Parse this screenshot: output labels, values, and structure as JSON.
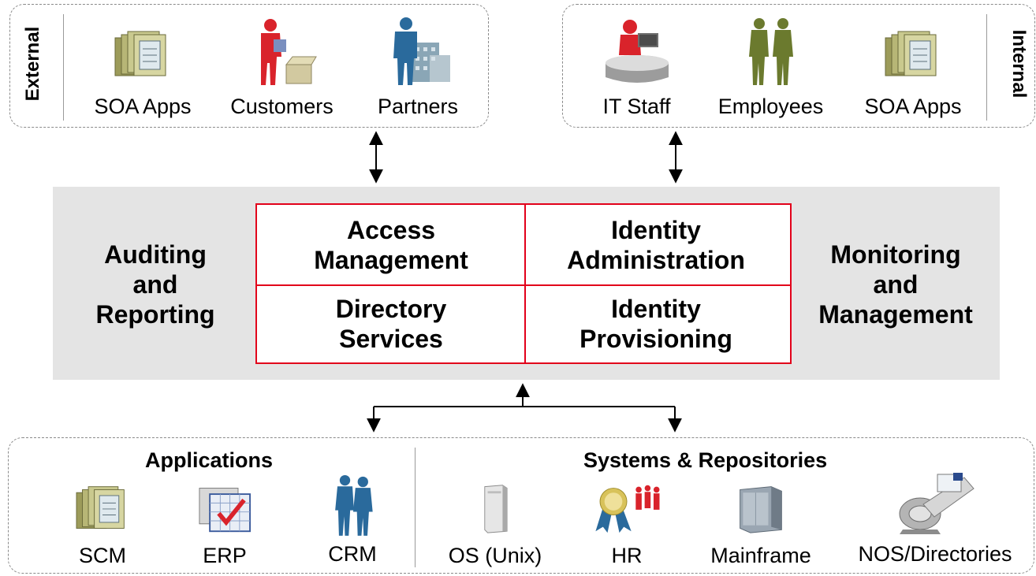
{
  "top_left": {
    "side_label": "External",
    "items": [
      {
        "label": "SOA Apps",
        "icon": "soa-apps-icon"
      },
      {
        "label": "Customers",
        "icon": "customer-icon"
      },
      {
        "label": "Partners",
        "icon": "partner-icon"
      }
    ]
  },
  "top_right": {
    "side_label": "Internal",
    "items": [
      {
        "label": "IT Staff",
        "icon": "it-staff-icon"
      },
      {
        "label": "Employees",
        "icon": "employees-icon"
      },
      {
        "label": "SOA Apps",
        "icon": "soa-apps-icon"
      }
    ]
  },
  "center": {
    "left_title": [
      "Auditing",
      "and",
      "Reporting"
    ],
    "right_title": [
      "Monitoring",
      "and",
      "Management"
    ],
    "cells": [
      [
        "Access",
        "Management"
      ],
      [
        "Identity",
        "Administration"
      ],
      [
        "Directory",
        "Services"
      ],
      [
        "Identity",
        "Provisioning"
      ]
    ]
  },
  "bottom": {
    "applications": {
      "title": "Applications",
      "items": [
        {
          "label": "SCM",
          "icon": "soa-apps-icon"
        },
        {
          "label": "ERP",
          "icon": "erp-icon"
        },
        {
          "label": "CRM",
          "icon": "crm-icon"
        }
      ]
    },
    "systems": {
      "title": "Systems & Repositories",
      "items": [
        {
          "label": "OS (Unix)",
          "icon": "server-icon"
        },
        {
          "label": "HR",
          "icon": "hr-icon"
        },
        {
          "label": "Mainframe",
          "icon": "mainframe-icon"
        },
        {
          "label": "NOS/Directories",
          "icon": "nos-directories-icon"
        }
      ]
    }
  },
  "colors": {
    "accent_red": "#e2001a",
    "panel_grey": "#e4e4e4",
    "dashed_border": "#8a8a8a"
  }
}
